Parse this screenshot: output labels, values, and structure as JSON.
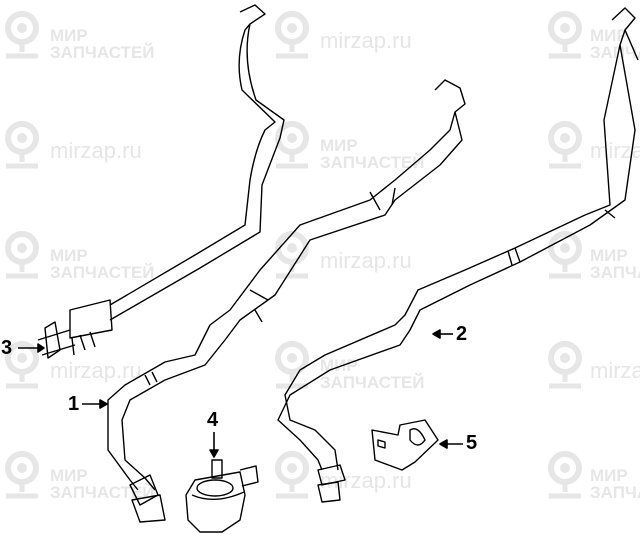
{
  "watermark": {
    "line1": "МИР",
    "line2": "ЗАПЧАСТЕЙ",
    "url": "mirzap.ru",
    "color": "#e6e6e6"
  },
  "callouts": [
    {
      "label": "1",
      "part": "hose-1"
    },
    {
      "label": "2",
      "part": "hose-2"
    },
    {
      "label": "3",
      "part": "hose-3"
    },
    {
      "label": "4",
      "part": "pump"
    },
    {
      "label": "5",
      "part": "bracket"
    }
  ]
}
